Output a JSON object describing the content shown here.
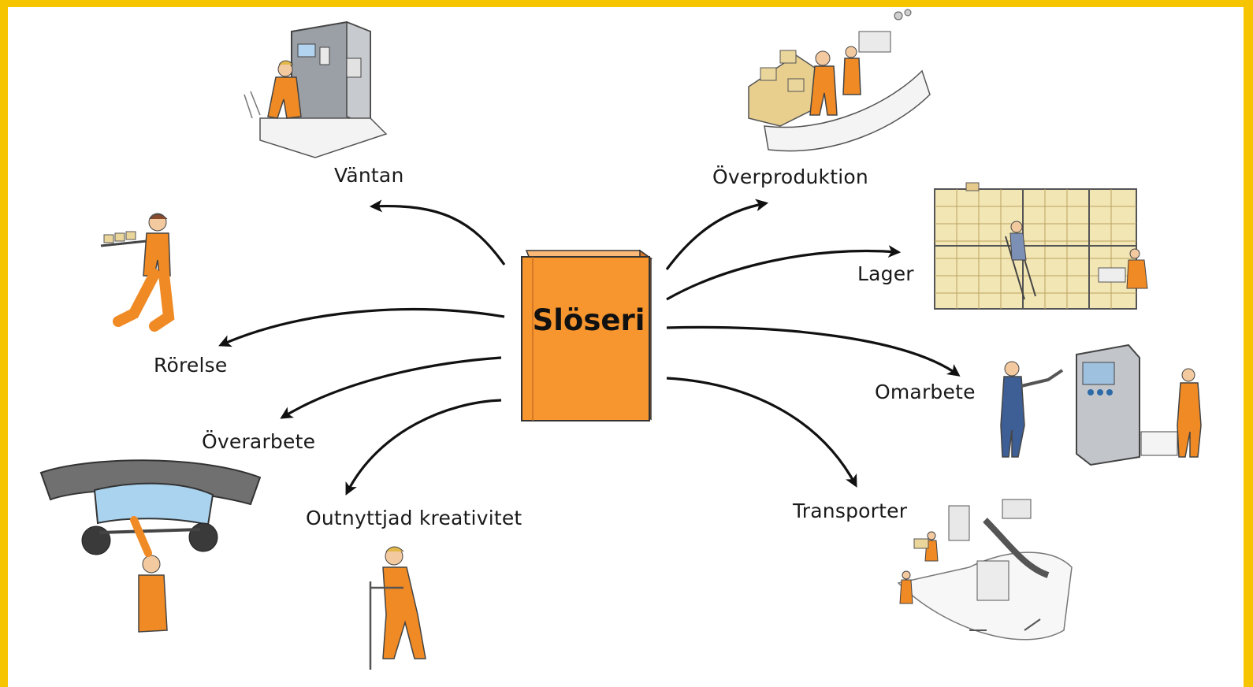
{
  "center": {
    "label": "Slöseri"
  },
  "wastes": [
    {
      "id": "vantan",
      "label": "Väntan"
    },
    {
      "id": "overproduktion",
      "label": "Överproduktion"
    },
    {
      "id": "lager",
      "label": "Lager"
    },
    {
      "id": "rorelse",
      "label": "Rörelse"
    },
    {
      "id": "omarbete",
      "label": "Omarbete"
    },
    {
      "id": "overarbete",
      "label": "Överarbete"
    },
    {
      "id": "outnyttjad",
      "label": "Outnyttjad kreativitet"
    },
    {
      "id": "transporter",
      "label": "Transporter"
    }
  ],
  "colors": {
    "border": "#f7c500",
    "book": "#f7962f",
    "worker": "#f08a24",
    "arrow": "#111111"
  }
}
